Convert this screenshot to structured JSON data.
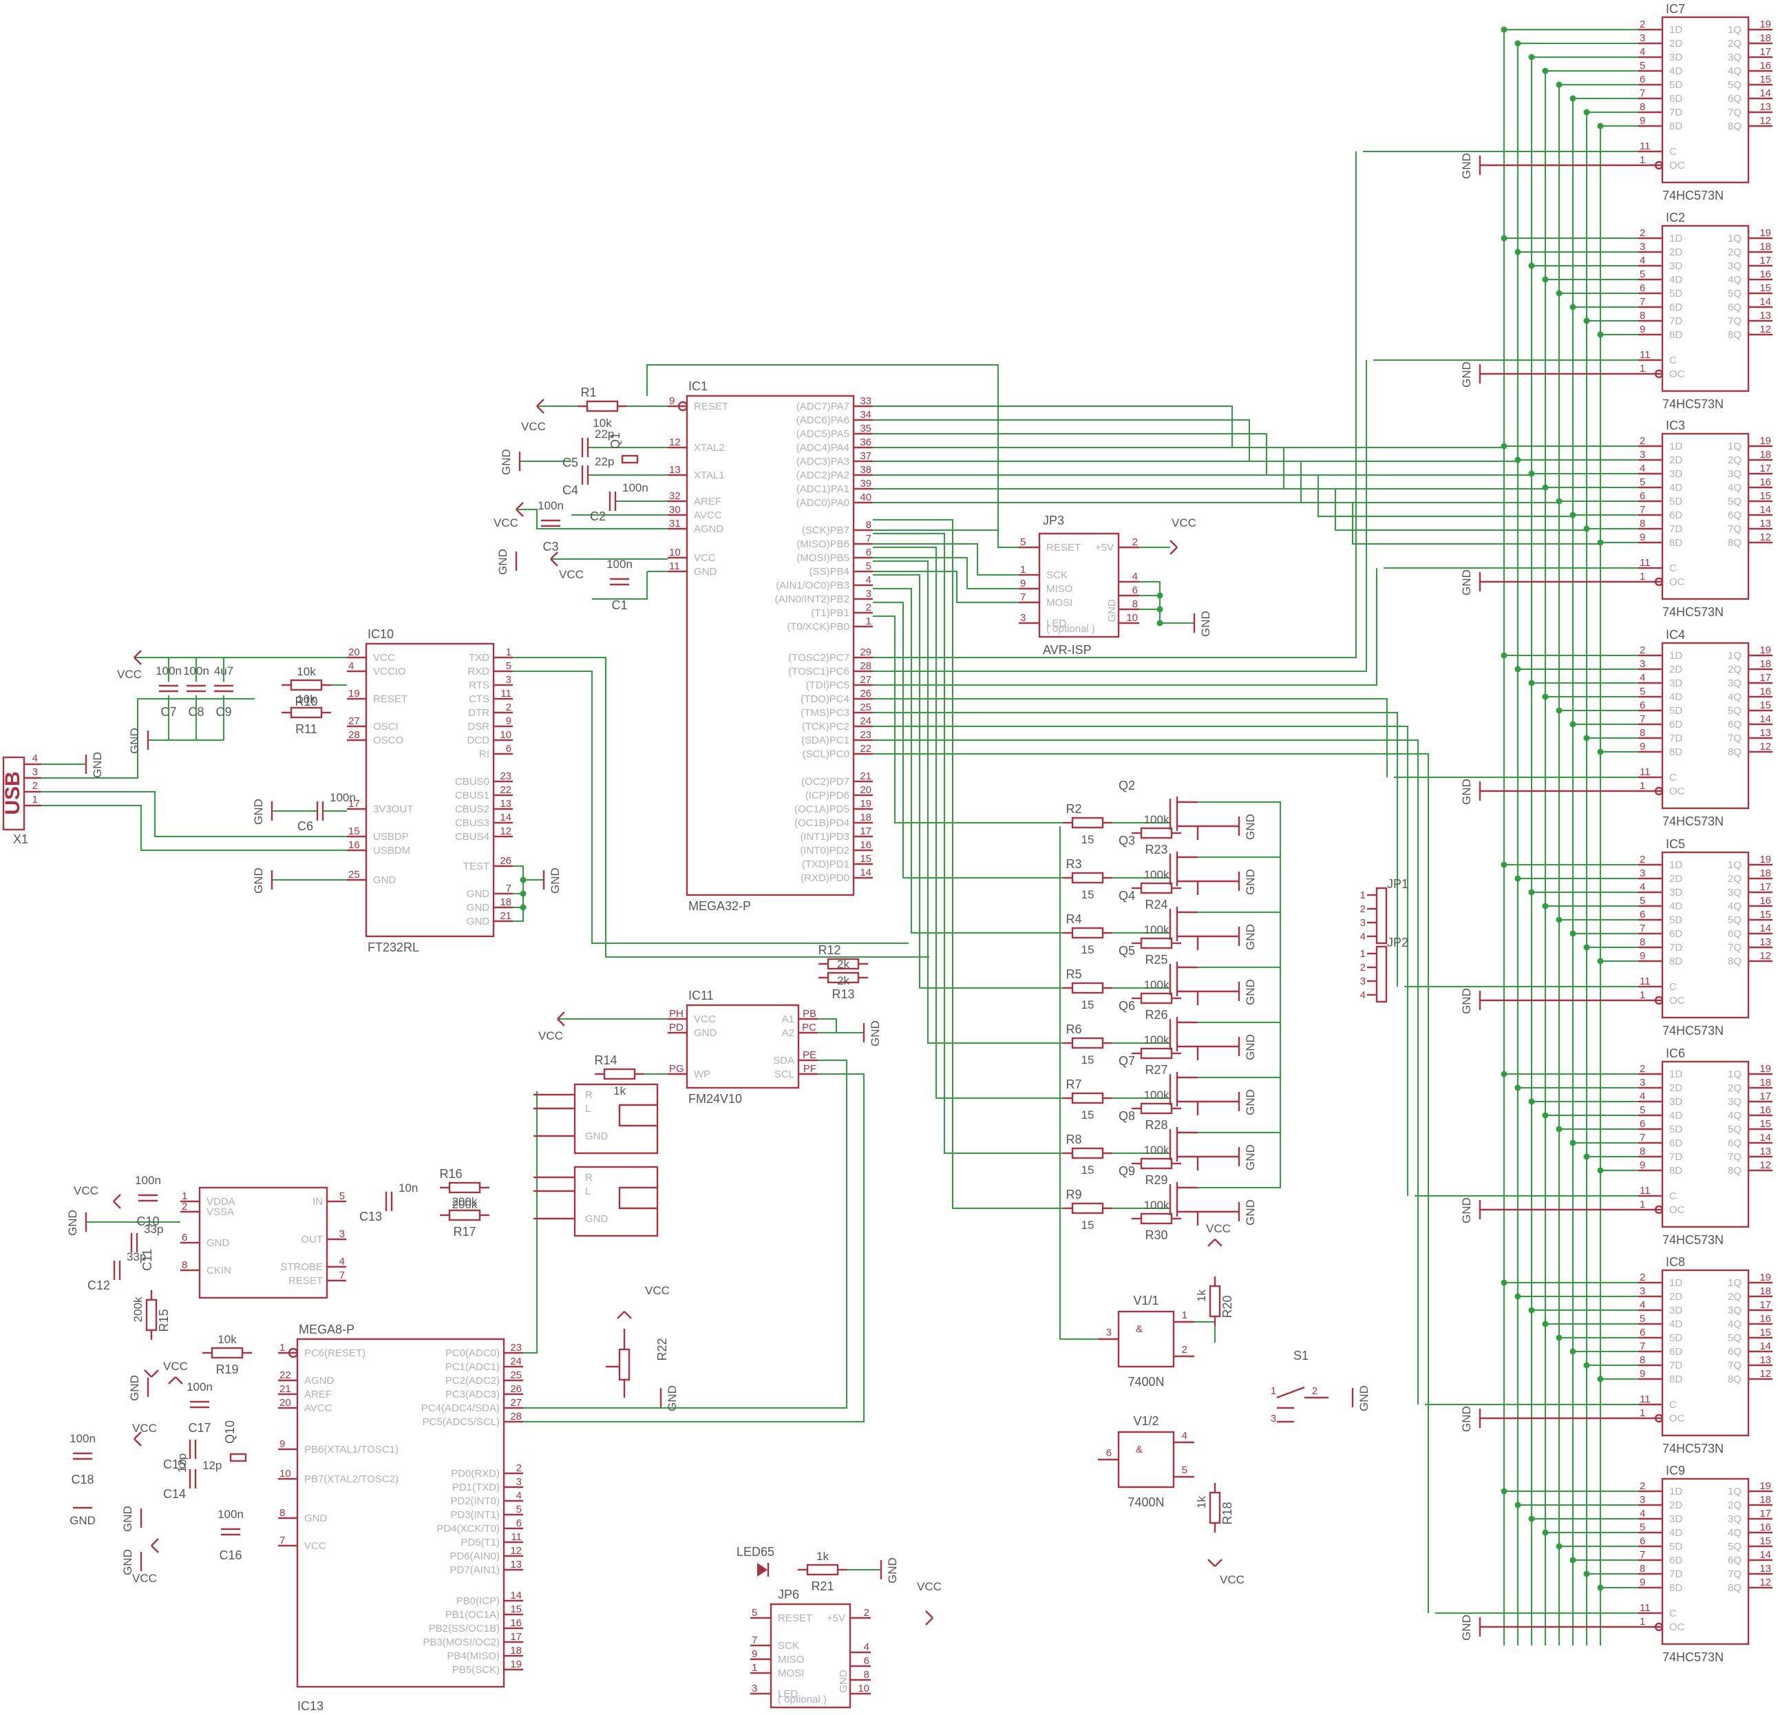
{
  "colors": {
    "wire": "#2e9e3e",
    "part": "#a83240",
    "label": "#555555",
    "pinlabel": "#b0b0b0",
    "background": "#ffffff"
  },
  "connector": {
    "label": "USB",
    "name": "X1",
    "pins": [
      "4",
      "3",
      "2",
      "1"
    ],
    "gnd": "GND"
  },
  "ic1": {
    "name": "IC1",
    "value": "MEGA32-P",
    "left_pins": [
      {
        "num": "9",
        "label": "RESET"
      },
      {
        "num": "12",
        "label": "XTAL2"
      },
      {
        "num": "13",
        "label": "XTAL1"
      },
      {
        "num": "32",
        "label": "AREF"
      },
      {
        "num": "30",
        "label": "AVCC"
      },
      {
        "num": "31",
        "label": "AGND"
      },
      {
        "num": "10",
        "label": "VCC"
      },
      {
        "num": "11",
        "label": "GND"
      }
    ],
    "right_pins": [
      {
        "num": "33",
        "label": "(ADC7)PA7"
      },
      {
        "num": "34",
        "label": "(ADC6)PA6"
      },
      {
        "num": "35",
        "label": "(ADC5)PA5"
      },
      {
        "num": "36",
        "label": "(ADC4)PA4"
      },
      {
        "num": "37",
        "label": "(ADC3)PA3"
      },
      {
        "num": "38",
        "label": "(ADC2)PA2"
      },
      {
        "num": "39",
        "label": "(ADC1)PA1"
      },
      {
        "num": "40",
        "label": "(ADC0)PA0"
      },
      {
        "num": "8",
        "label": "(SCK)PB7"
      },
      {
        "num": "7",
        "label": "(MISO)PB6"
      },
      {
        "num": "6",
        "label": "(MOSI)PB5"
      },
      {
        "num": "5",
        "label": "(SS)PB4"
      },
      {
        "num": "4",
        "label": "(AIN1/OC0)PB3"
      },
      {
        "num": "3",
        "label": "(AIN0/INT2)PB2"
      },
      {
        "num": "2",
        "label": "(T1)PB1"
      },
      {
        "num": "1",
        "label": "(T0/XCK)PB0"
      },
      {
        "num": "29",
        "label": "(TOSC2)PC7"
      },
      {
        "num": "28",
        "label": "(TOSC1)PC6"
      },
      {
        "num": "27",
        "label": "(TDI)PC5"
      },
      {
        "num": "26",
        "label": "(TDO)PC4"
      },
      {
        "num": "25",
        "label": "(TMS)PC3"
      },
      {
        "num": "24",
        "label": "(TCK)PC2"
      },
      {
        "num": "23",
        "label": "(SDA)PC1"
      },
      {
        "num": "22",
        "label": "(SCL)PC0"
      },
      {
        "num": "21",
        "label": "(OC2)PD7"
      },
      {
        "num": "20",
        "label": "(ICP)PD6"
      },
      {
        "num": "19",
        "label": "(OC1A)PD5"
      },
      {
        "num": "18",
        "label": "(OC1B)PD4"
      },
      {
        "num": "17",
        "label": "(INT1)PD3"
      },
      {
        "num": "16",
        "label": "(INT0)PD2"
      },
      {
        "num": "15",
        "label": "(TXD)PD1"
      },
      {
        "num": "14",
        "label": "(RXD)PD0"
      }
    ]
  },
  "ic10": {
    "name": "IC10",
    "value": "FT232RL",
    "left_pins": [
      {
        "num": "20",
        "label": "VCC"
      },
      {
        "num": "4",
        "label": "VCCIO"
      },
      {
        "num": "19",
        "label": "RESET"
      },
      {
        "num": "27",
        "label": "OSCI"
      },
      {
        "num": "28",
        "label": "OSCO"
      },
      {
        "num": "17",
        "label": "3V3OUT"
      },
      {
        "num": "15",
        "label": "USBDP"
      },
      {
        "num": "16",
        "label": "USBDM"
      },
      {
        "num": "25",
        "label": "GND"
      }
    ],
    "right_pins": [
      {
        "num": "1",
        "label": "TXD"
      },
      {
        "num": "5",
        "label": "RXD"
      },
      {
        "num": "3",
        "label": "RTS"
      },
      {
        "num": "11",
        "label": "CTS"
      },
      {
        "num": "2",
        "label": "DTR"
      },
      {
        "num": "9",
        "label": "DSR"
      },
      {
        "num": "10",
        "label": "DCD"
      },
      {
        "num": "6",
        "label": "RI"
      },
      {
        "num": "23",
        "label": "CBUS0"
      },
      {
        "num": "22",
        "label": "CBUS1"
      },
      {
        "num": "13",
        "label": "CBUS2"
      },
      {
        "num": "14",
        "label": "CBUS3"
      },
      {
        "num": "12",
        "label": "CBUS4"
      },
      {
        "num": "26",
        "label": "TEST"
      },
      {
        "num": "7",
        "label": "GND"
      },
      {
        "num": "18",
        "label": "GND"
      },
      {
        "num": "21",
        "label": "GND"
      }
    ]
  },
  "ic11": {
    "name": "IC11",
    "value": "FM24V10",
    "left_pins": [
      {
        "num": "PH",
        "label": "VCC"
      },
      {
        "num": "PD",
        "label": "GND"
      },
      {
        "num": "PG",
        "label": "WP"
      }
    ],
    "right_pins": [
      {
        "num": "PB",
        "label": "A1"
      },
      {
        "num": "PC",
        "label": "A2"
      },
      {
        "num": "PE",
        "label": "SDA"
      },
      {
        "num": "PF",
        "label": "SCL"
      }
    ]
  },
  "ic13": {
    "name": "IC13",
    "value": "MEGA8-P",
    "left_pins": [
      {
        "num": "1",
        "label": "PC6(RESET)"
      },
      {
        "num": "22",
        "label": "AGND"
      },
      {
        "num": "21",
        "label": "AREF"
      },
      {
        "num": "20",
        "label": "AVCC"
      },
      {
        "num": "9",
        "label": "PB6(XTAL1/TOSC1)"
      },
      {
        "num": "10",
        "label": "PB7(XTAL2/TOSC2)"
      },
      {
        "num": "8",
        "label": "GND"
      },
      {
        "num": "7",
        "label": "VCC"
      }
    ],
    "right_pins": [
      {
        "num": "23",
        "label": "PC0(ADC0)"
      },
      {
        "num": "24",
        "label": "PC1(ADC1)"
      },
      {
        "num": "25",
        "label": "PC2(ADC2)"
      },
      {
        "num": "26",
        "label": "PC3(ADC3)"
      },
      {
        "num": "27",
        "label": "PC4(ADC4/SDA)"
      },
      {
        "num": "28",
        "label": "PC5(ADC5/SCL)"
      },
      {
        "num": "2",
        "label": "PD0(RXD)"
      },
      {
        "num": "3",
        "label": "PD1(TXD)"
      },
      {
        "num": "4",
        "label": "PD2(INT0)"
      },
      {
        "num": "5",
        "label": "PD3(INT1)"
      },
      {
        "num": "6",
        "label": "PD4(XCK/T0)"
      },
      {
        "num": "11",
        "label": "PD5(T1)"
      },
      {
        "num": "12",
        "label": "PD6(AIN0)"
      },
      {
        "num": "13",
        "label": "PD7(AIN1)"
      },
      {
        "num": "14",
        "label": "PB0(ICP)"
      },
      {
        "num": "15",
        "label": "PB1(OC1A)"
      },
      {
        "num": "16",
        "label": "PB2(SS/OC1B)"
      },
      {
        "num": "17",
        "label": "PB3(MOSI/OC2)"
      },
      {
        "num": "18",
        "label": "PB4(MISO)"
      },
      {
        "num": "19",
        "label": "PB5(SCK)"
      }
    ]
  },
  "audio_ic": {
    "left_pins": [
      {
        "num": "1",
        "label": "VDDA"
      },
      {
        "num": "2",
        "label": "VSSA"
      },
      {
        "num": "6",
        "label": "GND"
      },
      {
        "num": "8",
        "label": "CKIN"
      }
    ],
    "right_pins": [
      {
        "num": "5",
        "label": "IN"
      },
      {
        "num": "3",
        "label": "OUT"
      },
      {
        "num": "4",
        "label": "STROBE"
      },
      {
        "num": "7",
        "label": "RESET"
      }
    ]
  },
  "isp": [
    {
      "name": "JP3",
      "value": "AVR-ISP",
      "pins": [
        {
          "num": "5",
          "label": "RESET"
        },
        {
          "num": "1",
          "label": "SCK"
        },
        {
          "num": "9",
          "label": "MISO"
        },
        {
          "num": "7",
          "label": "MOSI"
        },
        {
          "num": "3",
          "label": "LED"
        }
      ],
      "right_pins": [
        "2",
        "4",
        "6",
        "8",
        "10"
      ],
      "plus": "+5V",
      "gnd": "GND",
      "optional": "( optional )"
    },
    {
      "name": "JP6",
      "value": "AVR-ISP",
      "pins": [
        {
          "num": "5",
          "label": "RESET"
        },
        {
          "num": "7",
          "label": "SCK"
        },
        {
          "num": "9",
          "label": "MISO"
        },
        {
          "num": "1",
          "label": "MOSI"
        },
        {
          "num": "3",
          "label": "LED"
        }
      ],
      "right_pins": [
        "2",
        "4",
        "6",
        "8",
        "10"
      ],
      "plus": "+5V",
      "gnd": "GND",
      "optional": "( optional )"
    }
  ],
  "latches": {
    "value": "74HC573N",
    "names": [
      "IC7",
      "IC2",
      "IC3",
      "IC4",
      "IC5",
      "IC6",
      "IC8",
      "IC9"
    ],
    "left_pins": [
      {
        "num": "2",
        "label": "1D"
      },
      {
        "num": "3",
        "label": "2D"
      },
      {
        "num": "4",
        "label": "3D"
      },
      {
        "num": "5",
        "label": "4D"
      },
      {
        "num": "6",
        "label": "5D"
      },
      {
        "num": "7",
        "label": "6D"
      },
      {
        "num": "8",
        "label": "7D"
      },
      {
        "num": "9",
        "label": "8D"
      },
      {
        "num": "11",
        "label": "C"
      },
      {
        "num": "1",
        "label": "OC"
      }
    ],
    "right_pins": [
      {
        "num": "19",
        "label": "1Q"
      },
      {
        "num": "18",
        "label": "2Q"
      },
      {
        "num": "17",
        "label": "3Q"
      },
      {
        "num": "16",
        "label": "4Q"
      },
      {
        "num": "15",
        "label": "5Q"
      },
      {
        "num": "14",
        "label": "6Q"
      },
      {
        "num": "13",
        "label": "7Q"
      },
      {
        "num": "12",
        "label": "8Q"
      }
    ]
  },
  "mosfets": {
    "transistors": [
      "Q2",
      "Q3",
      "Q4",
      "Q5",
      "Q6",
      "Q7",
      "Q8",
      "Q9"
    ],
    "gate_resistors": [
      "R2",
      "R3",
      "R4",
      "R5",
      "R6",
      "R7",
      "R8",
      "R9"
    ],
    "gate_value": "15",
    "pulldowns": [
      "R23",
      "R24",
      "R25",
      "R26",
      "R27",
      "R28",
      "R29",
      "R30"
    ],
    "pulldown_value": "100k"
  },
  "jp1": {
    "name": "JP1",
    "pins": [
      "1",
      "2",
      "3",
      "4"
    ]
  },
  "jp2": {
    "name": "JP2",
    "pins": [
      "1",
      "2",
      "3",
      "4"
    ]
  },
  "gates": [
    {
      "name": "V1/1",
      "value": "7400N",
      "symbol": "&",
      "pins": [
        "3",
        "1",
        "2"
      ]
    },
    {
      "name": "V1/2",
      "value": "7400N",
      "symbol": "&",
      "pins": [
        "6",
        "4",
        "5"
      ]
    }
  ],
  "switch": {
    "name": "S1",
    "pins": [
      "1",
      "2",
      "3"
    ]
  },
  "passives": {
    "R1": {
      "name": "R1",
      "value": "10k"
    },
    "R10": {
      "name": "R10",
      "value": "10k"
    },
    "R11": {
      "name": "R11",
      "value": "10k"
    },
    "R12": {
      "name": "R12",
      "value": "2k"
    },
    "R13": {
      "name": "R13",
      "value": "2k"
    },
    "R14": {
      "name": "R14",
      "value": "1k"
    },
    "R15": {
      "name": "R15",
      "value": "200k"
    },
    "R16": {
      "name": "R16",
      "value": "200k"
    },
    "R17": {
      "name": "R17",
      "value": "200k"
    },
    "R18": {
      "name": "R18",
      "value": "1k"
    },
    "R19": {
      "name": "R19",
      "value": "10k"
    },
    "R20": {
      "name": "R20",
      "value": "1k"
    },
    "R21": {
      "name": "R21",
      "value": "1k"
    },
    "R22": {
      "name": "R22"
    },
    "C1": {
      "name": "C1",
      "value": "100n"
    },
    "C2": {
      "name": "C2",
      "value": "100n"
    },
    "C3": {
      "name": "C3",
      "value": "100n"
    },
    "C4": {
      "name": "C4",
      "value": "22p"
    },
    "C5": {
      "name": "C5",
      "value": "22p"
    },
    "C6": {
      "name": "C6",
      "value": "100n"
    },
    "C7": {
      "name": "C7",
      "value": "100n"
    },
    "C8": {
      "name": "C8",
      "value": "100n"
    },
    "C9": {
      "name": "C9",
      "value": "4u7"
    },
    "C10": {
      "name": "C10",
      "value": "100n"
    },
    "C11": {
      "name": "C11",
      "value": "33p"
    },
    "C12": {
      "name": "C12",
      "value": "33p"
    },
    "C13": {
      "name": "C13",
      "value": "10n"
    },
    "C14": {
      "name": "C14",
      "value": "12p"
    },
    "C15": {
      "name": "C15",
      "value": "12p"
    },
    "C16": {
      "name": "C16",
      "value": "100n"
    },
    "C17": {
      "name": "C17",
      "value": "100n"
    },
    "C18": {
      "name": "C18",
      "value": "100n"
    },
    "Q1": {
      "name": "Q1"
    },
    "Q10": {
      "name": "Q10"
    },
    "LED": {
      "name": "LED65"
    }
  },
  "jacks": {
    "pins": [
      "R",
      "L",
      "GND"
    ]
  },
  "supplies": {
    "vcc": "VCC",
    "gnd": "GND"
  }
}
